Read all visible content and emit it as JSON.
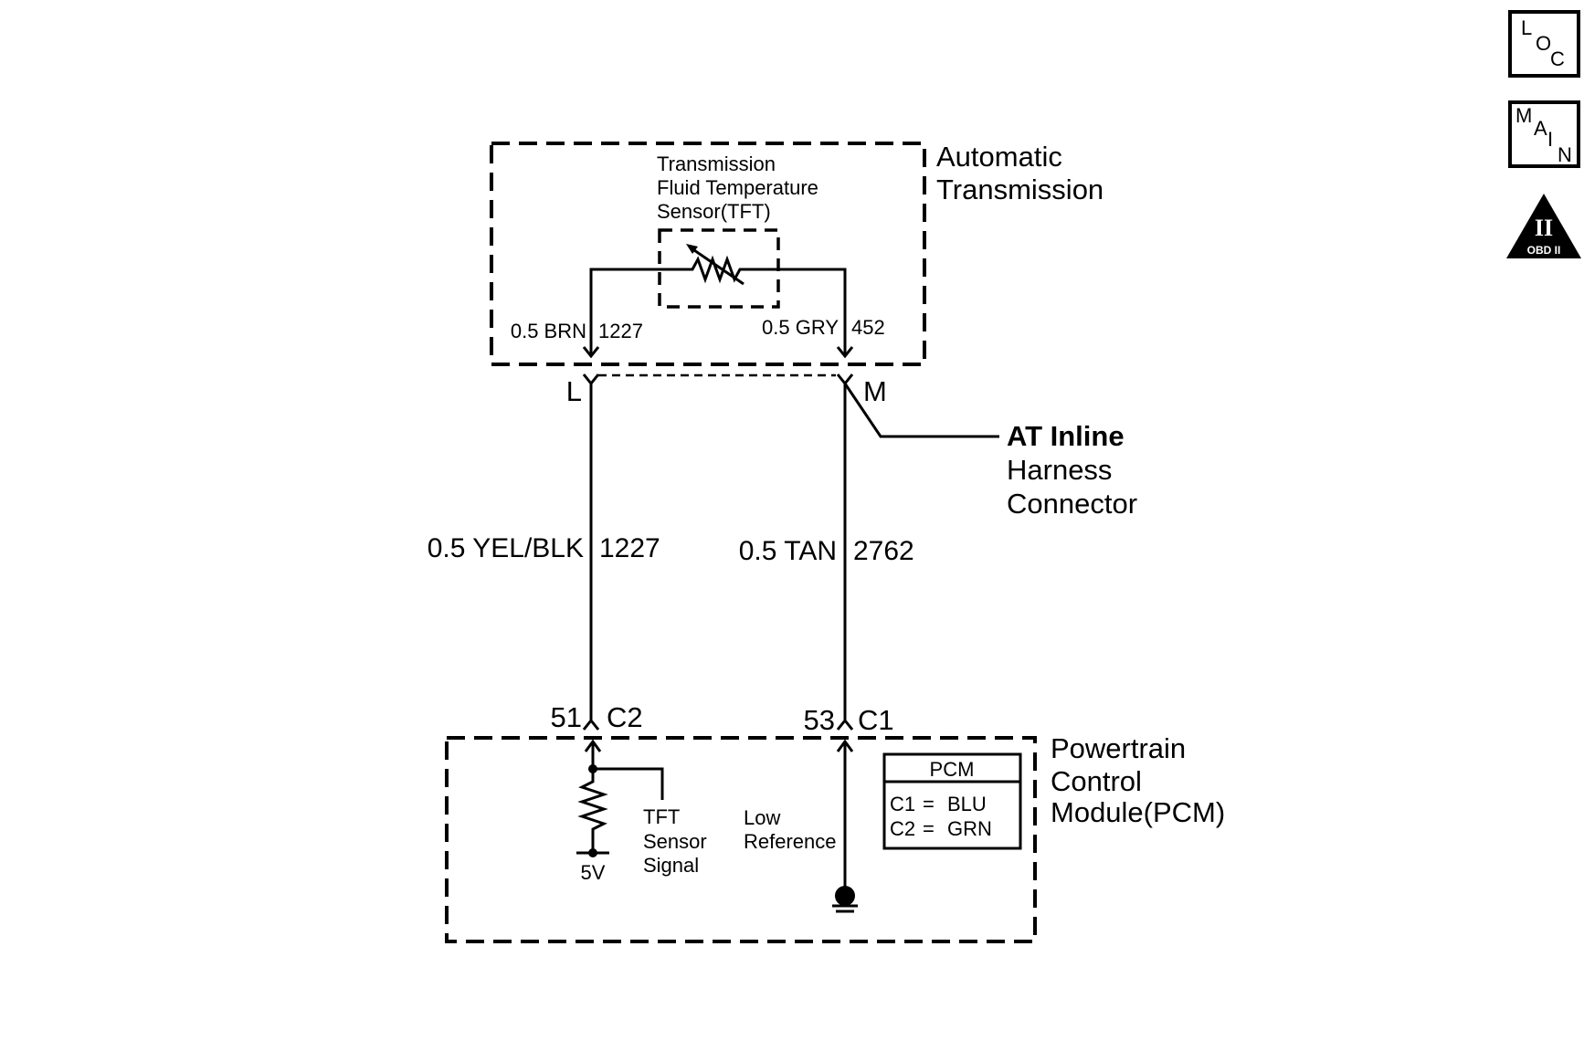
{
  "side_icons": {
    "loc": {
      "letters": [
        "L",
        "O",
        "C"
      ],
      "icon": "location-icon"
    },
    "main": {
      "letters": [
        "M",
        "A",
        "I",
        "N"
      ],
      "icon": "main-icon"
    },
    "obd": {
      "roman": "II",
      "label": "OBD II",
      "icon": "obd-ii-icon"
    }
  },
  "transmission": {
    "title_lines": [
      "Automatic",
      "Transmission"
    ],
    "sensor_lines": [
      "Transmission",
      "Fluid Temperature",
      "Sensor(TFT)"
    ],
    "wire_left": {
      "size_color": "0.5 BRN",
      "circuit": "1227"
    },
    "wire_right": {
      "size_color": "0.5 GRY",
      "circuit": "452"
    }
  },
  "inline_connector": {
    "title_lines": [
      "AT Inline",
      "Harness",
      "Connector"
    ],
    "pin_left": "L",
    "pin_right": "M"
  },
  "harness": {
    "wire_left": {
      "size_color": "0.5 YEL/BLK",
      "circuit": "1227"
    },
    "wire_right": {
      "size_color": "0.5 TAN",
      "circuit": "2762"
    }
  },
  "pcm": {
    "title_lines": [
      "Powertrain",
      "Control",
      "Module(PCM)"
    ],
    "pin_left": {
      "pin": "51",
      "connector": "C2"
    },
    "pin_right": {
      "pin": "53",
      "connector": "C1"
    },
    "pullup_voltage": "5V",
    "signal_lines": [
      "TFT",
      "Sensor",
      "Signal"
    ],
    "lowref_lines": [
      "Low",
      "Reference"
    ],
    "table": {
      "header": "PCM",
      "rows": [
        {
          "conn": "C1",
          "eq": "=",
          "color": "BLU"
        },
        {
          "conn": "C2",
          "eq": "=",
          "color": "GRN"
        }
      ]
    }
  }
}
